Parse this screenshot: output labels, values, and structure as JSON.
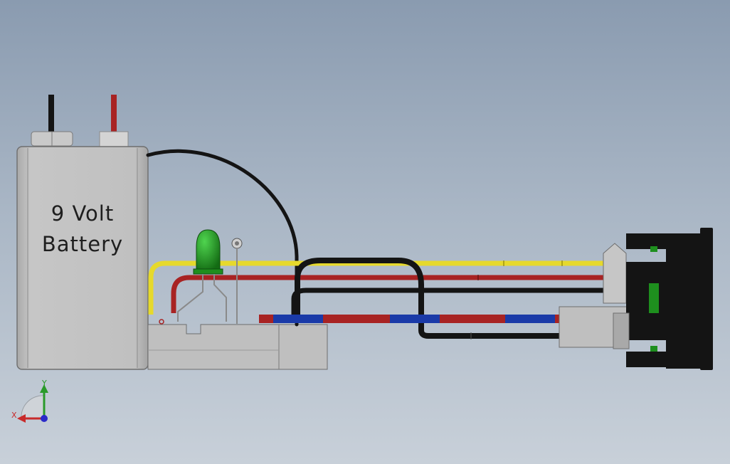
{
  "battery": {
    "label_line1": "9 Volt",
    "label_line2": "Battery"
  },
  "triad": {
    "x_label": "X",
    "y_label": "Y"
  },
  "colors": {
    "background_top": "#8a9bb0",
    "background_bottom": "#c8d0d9",
    "body_gray": "#bdbdbd",
    "wire_black": "#141414",
    "wire_red": "#a82323",
    "wire_yellow": "#e6d92c",
    "wire_blue": "#1a3aa8",
    "led_green": "#1e8f1e",
    "axis_x": "#c82a2a",
    "axis_y": "#2a9a2a",
    "axis_z": "#2a2ac8"
  },
  "icons": {
    "battery": "battery-icon",
    "led": "led-icon",
    "switch": "rocker-switch-icon",
    "triad": "coordinate-triad-icon"
  }
}
